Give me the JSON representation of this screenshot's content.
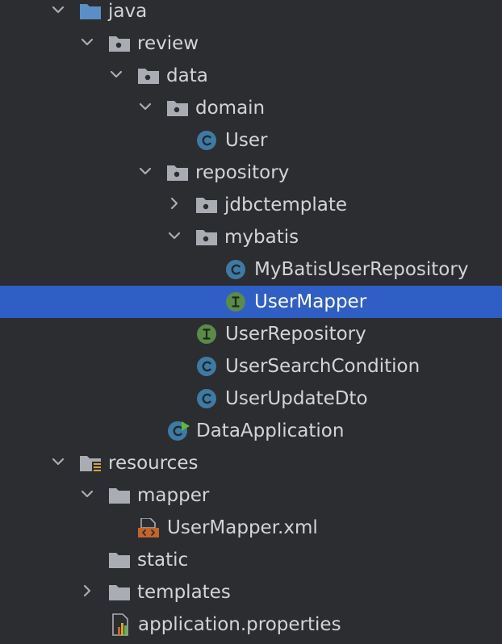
{
  "colors": {
    "background": "#2b2d30",
    "selection": "#2f5fc4",
    "text": "#d2d4d8",
    "folder": "#a9adb3",
    "java_folder": "#5b8ec4",
    "class_icon": "#3f7aa3",
    "interface_icon": "#5b8a4a",
    "xml_icon": "#c4642b"
  },
  "tree": {
    "rows": [
      {
        "label": "java",
        "icon": "java-source-folder-icon",
        "expanded": true
      },
      {
        "label": "review",
        "icon": "package-icon",
        "expanded": true
      },
      {
        "label": "data",
        "icon": "package-icon",
        "expanded": true
      },
      {
        "label": "domain",
        "icon": "package-icon",
        "expanded": true
      },
      {
        "label": "User",
        "icon": "class-icon"
      },
      {
        "label": "repository",
        "icon": "package-icon",
        "expanded": true
      },
      {
        "label": "jdbctemplate",
        "icon": "package-icon",
        "expanded": false
      },
      {
        "label": "mybatis",
        "icon": "package-icon",
        "expanded": true
      },
      {
        "label": "MyBatisUserRepository",
        "icon": "class-icon"
      },
      {
        "label": "UserMapper",
        "icon": "interface-icon",
        "selected": true
      },
      {
        "label": "UserRepository",
        "icon": "interface-icon"
      },
      {
        "label": "UserSearchCondition",
        "icon": "class-icon"
      },
      {
        "label": "UserUpdateDto",
        "icon": "class-icon"
      },
      {
        "label": "DataApplication",
        "icon": "spring-boot-class-icon"
      },
      {
        "label": "resources",
        "icon": "resources-folder-icon",
        "expanded": true
      },
      {
        "label": "mapper",
        "icon": "folder-icon",
        "expanded": true
      },
      {
        "label": "UserMapper.xml",
        "icon": "xml-file-icon"
      },
      {
        "label": "static",
        "icon": "folder-icon"
      },
      {
        "label": "templates",
        "icon": "folder-icon",
        "expanded": false
      },
      {
        "label": "application.properties",
        "icon": "properties-file-icon"
      }
    ]
  }
}
